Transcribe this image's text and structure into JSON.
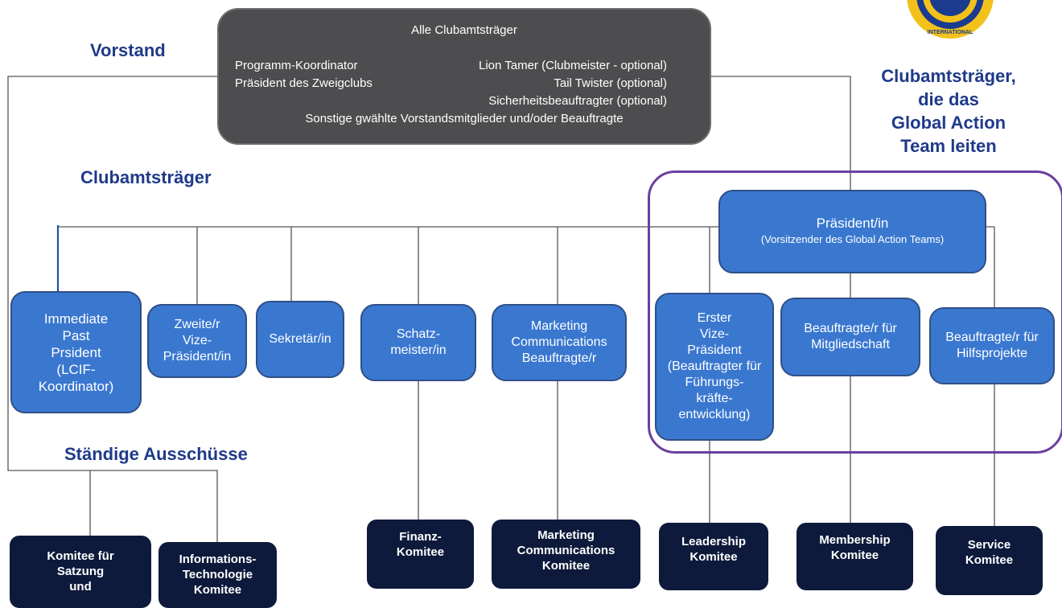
{
  "headings": {
    "vorstand": "Vorstand",
    "clubamtstraeger": "Clubamtsträger",
    "staendige": "Ständige Ausschüsse",
    "global_action": "Clubamtsträger,\ndie das\nGlobal Action\nTeam leiten"
  },
  "board": {
    "title": "Alle Clubamtsträger",
    "left_1": "Programm-Koordinator",
    "left_2": "Präsident des Zweigclubs",
    "right_1": "Lion Tamer (Clubmeister - optional)",
    "right_2": "Tail Twister (optional)",
    "right_3": "Sicherheitsbeauftragter (optional)",
    "bottom": "Sonstige gwählte Vorstandsmitglieder und/oder Beauftragte"
  },
  "president": {
    "title": "Präsident/in",
    "subtitle": "(Vorsitzender des Global Action Teams)"
  },
  "officers": [
    {
      "label": "Immediate\nPast\nPrsident\n(LCIF-\nKoordinator)"
    },
    {
      "label": "Zweite/r\nVize-\nPräsident/in"
    },
    {
      "label": "Sekretär/in"
    },
    {
      "label": "Schatz-\nmeister/in"
    },
    {
      "label": "Marketing\nCommunications\nBeauftragte/r"
    },
    {
      "label": "Erster\nVize-\nPräsident\n(Beauftragter für\nFührungs-\nkräfte-\nentwicklung)"
    },
    {
      "label": "Beauftragte/r für\nMitgliedschaft"
    },
    {
      "label": "Beauftragte/r für\nHilfsprojekte"
    }
  ],
  "committees": [
    {
      "label": "Komitee für\nSatzung\nund"
    },
    {
      "label": "Informations-\nTechnologie\nKomitee"
    },
    {
      "label": "Finanz-\nKomitee"
    },
    {
      "label": "Marketing\nCommunications\nKomitee"
    },
    {
      "label": "Leadership\nKomitee"
    },
    {
      "label": "Membership\nKomitee"
    },
    {
      "label": "Service\nKomitee"
    }
  ],
  "logo": {
    "text": "INTERNATIONAL"
  },
  "colors": {
    "heading": "#1f3a8a",
    "board_box": "#4d4d4f",
    "officer_box": "#3a78d0",
    "committee_box": "#0d1a3b",
    "gat_frame": "#6b3fa0",
    "connector": "#555555"
  }
}
